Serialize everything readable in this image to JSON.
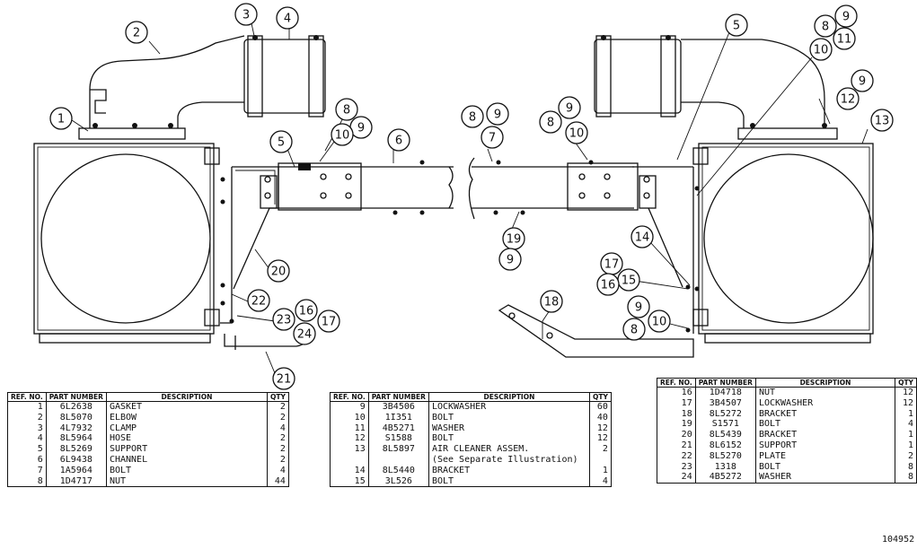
{
  "figure_number": "104952",
  "callouts": [
    {
      "id": "c1",
      "label": "1"
    },
    {
      "id": "c2",
      "label": "2"
    },
    {
      "id": "c3",
      "label": "3"
    },
    {
      "id": "c4",
      "label": "4"
    },
    {
      "id": "c5a",
      "label": "5"
    },
    {
      "id": "c6",
      "label": "6"
    },
    {
      "id": "c8a",
      "label": "8"
    },
    {
      "id": "c9a",
      "label": "9"
    },
    {
      "id": "c10a",
      "label": "10"
    },
    {
      "id": "c20",
      "label": "20"
    },
    {
      "id": "c22",
      "label": "22"
    },
    {
      "id": "c23",
      "label": "23"
    },
    {
      "id": "c16a",
      "label": "16"
    },
    {
      "id": "c24",
      "label": "24"
    },
    {
      "id": "c17a",
      "label": "17"
    },
    {
      "id": "c21",
      "label": "21"
    },
    {
      "id": "c8b",
      "label": "8"
    },
    {
      "id": "c9b",
      "label": "9"
    },
    {
      "id": "c7",
      "label": "7"
    },
    {
      "id": "c8c",
      "label": "8"
    },
    {
      "id": "c9c",
      "label": "9"
    },
    {
      "id": "c10b",
      "label": "10"
    },
    {
      "id": "c19",
      "label": "19"
    },
    {
      "id": "c9d",
      "label": "9"
    },
    {
      "id": "c5b",
      "label": "5"
    },
    {
      "id": "c8d",
      "label": "8"
    },
    {
      "id": "c9e",
      "label": "9"
    },
    {
      "id": "c11",
      "label": "11"
    },
    {
      "id": "c10c",
      "label": "10"
    },
    {
      "id": "c9f",
      "label": "9"
    },
    {
      "id": "c12",
      "label": "12"
    },
    {
      "id": "c13",
      "label": "13"
    },
    {
      "id": "c14",
      "label": "14"
    },
    {
      "id": "c17b",
      "label": "17"
    },
    {
      "id": "c15",
      "label": "15"
    },
    {
      "id": "c16b",
      "label": "16"
    },
    {
      "id": "c18",
      "label": "18"
    },
    {
      "id": "c9g",
      "label": "9"
    },
    {
      "id": "c10d",
      "label": "10"
    },
    {
      "id": "c8e",
      "label": "8"
    }
  ],
  "table_headers": {
    "ref": "REF. NO.",
    "part": "PART NUMBER",
    "desc": "DESCRIPTION",
    "qty": "QTY"
  },
  "tables": [
    {
      "rows": [
        {
          "ref": "1",
          "part": "6L2638",
          "desc": "GASKET",
          "qty": "2"
        },
        {
          "ref": "2",
          "part": "8L5070",
          "desc": "ELBOW",
          "qty": "2"
        },
        {
          "ref": "3",
          "part": "4L7932",
          "desc": "CLAMP",
          "qty": "4"
        },
        {
          "ref": "4",
          "part": "8L5964",
          "desc": "HOSE",
          "qty": "2"
        },
        {
          "ref": "5",
          "part": "8L5269",
          "desc": "SUPPORT",
          "qty": "2"
        },
        {
          "ref": "6",
          "part": "6L9438",
          "desc": "CHANNEL",
          "qty": "2"
        },
        {
          "ref": "7",
          "part": "1A5964",
          "desc": "BOLT",
          "qty": "4"
        },
        {
          "ref": "8",
          "part": "1D4717",
          "desc": "NUT",
          "qty": "44"
        }
      ]
    },
    {
      "rows": [
        {
          "ref": "9",
          "part": "3B4506",
          "desc": "LOCKWASHER",
          "qty": "60"
        },
        {
          "ref": "10",
          "part": "1I351",
          "desc": "BOLT",
          "qty": "40"
        },
        {
          "ref": "11",
          "part": "4B5271",
          "desc": "WASHER",
          "qty": "12"
        },
        {
          "ref": "12",
          "part": "S1588",
          "desc": "BOLT",
          "qty": "12"
        },
        {
          "ref": "13",
          "part": "8L5897",
          "desc": "AIR CLEANER ASSEM.",
          "qty": "2"
        },
        {
          "ref": "",
          "part": "",
          "desc": "(See Separate Illustration)",
          "qty": ""
        },
        {
          "ref": "14",
          "part": "8L5440",
          "desc": "BRACKET",
          "qty": "1"
        },
        {
          "ref": "15",
          "part": "3L526",
          "desc": "BOLT",
          "qty": "4"
        }
      ]
    },
    {
      "rows": [
        {
          "ref": "16",
          "part": "1D4718",
          "desc": "NUT",
          "qty": "12"
        },
        {
          "ref": "17",
          "part": "3B4507",
          "desc": "LOCKWASHER",
          "qty": "12"
        },
        {
          "ref": "18",
          "part": "8L5272",
          "desc": "BRACKET",
          "qty": "1"
        },
        {
          "ref": "19",
          "part": "S1571",
          "desc": "BOLT",
          "qty": "4"
        },
        {
          "ref": "20",
          "part": "8L5439",
          "desc": "BRACKET",
          "qty": "1"
        },
        {
          "ref": "21",
          "part": "8L6152",
          "desc": "SUPPORT",
          "qty": "1"
        },
        {
          "ref": "22",
          "part": "8L5270",
          "desc": "PLATE",
          "qty": "2"
        },
        {
          "ref": "23",
          "part": "1318",
          "desc": "BOLT",
          "qty": "8"
        },
        {
          "ref": "24",
          "part": "4B5272",
          "desc": "WASHER",
          "qty": "8"
        }
      ]
    }
  ]
}
